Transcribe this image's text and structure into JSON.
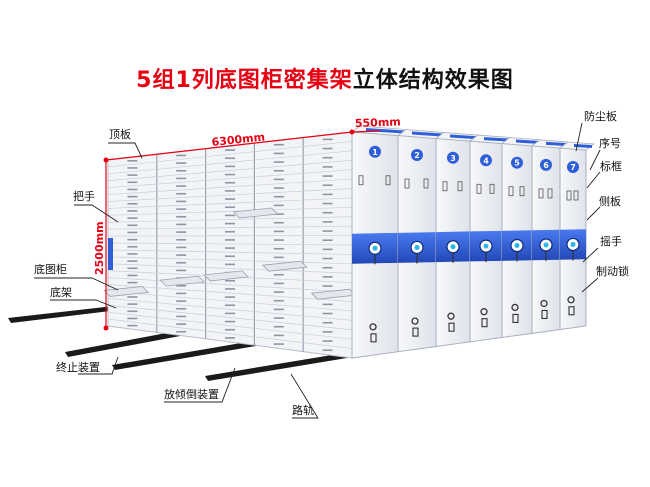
{
  "title": {
    "part_red": "5组1列底图柜密集架",
    "part_black": "立体结构效果图"
  },
  "dimensions": {
    "length": "6300mm",
    "depth": "550mm",
    "height": "2500mm"
  },
  "labels": {
    "top_panel": "顶板",
    "handle": "把手",
    "drawing_cabinet": "底图柜",
    "base_frame": "底架",
    "stop_device": "终止装置",
    "anti_tilt": "放倾倒装置",
    "rail": "路轨",
    "dust_panel": "防尘板",
    "sequence_no": "序号",
    "label_frame": "标框",
    "side_panel": "侧板",
    "crank": "摇手",
    "brake_lock": "制动锁"
  },
  "cabinet_numbers": [
    "1",
    "2",
    "3",
    "4",
    "5",
    "6",
    "7"
  ],
  "colors": {
    "accent_red": "#e60012",
    "blue_band": "#2f5fd8",
    "panel": "#eef0f4",
    "rail": "#1a1a1a"
  }
}
